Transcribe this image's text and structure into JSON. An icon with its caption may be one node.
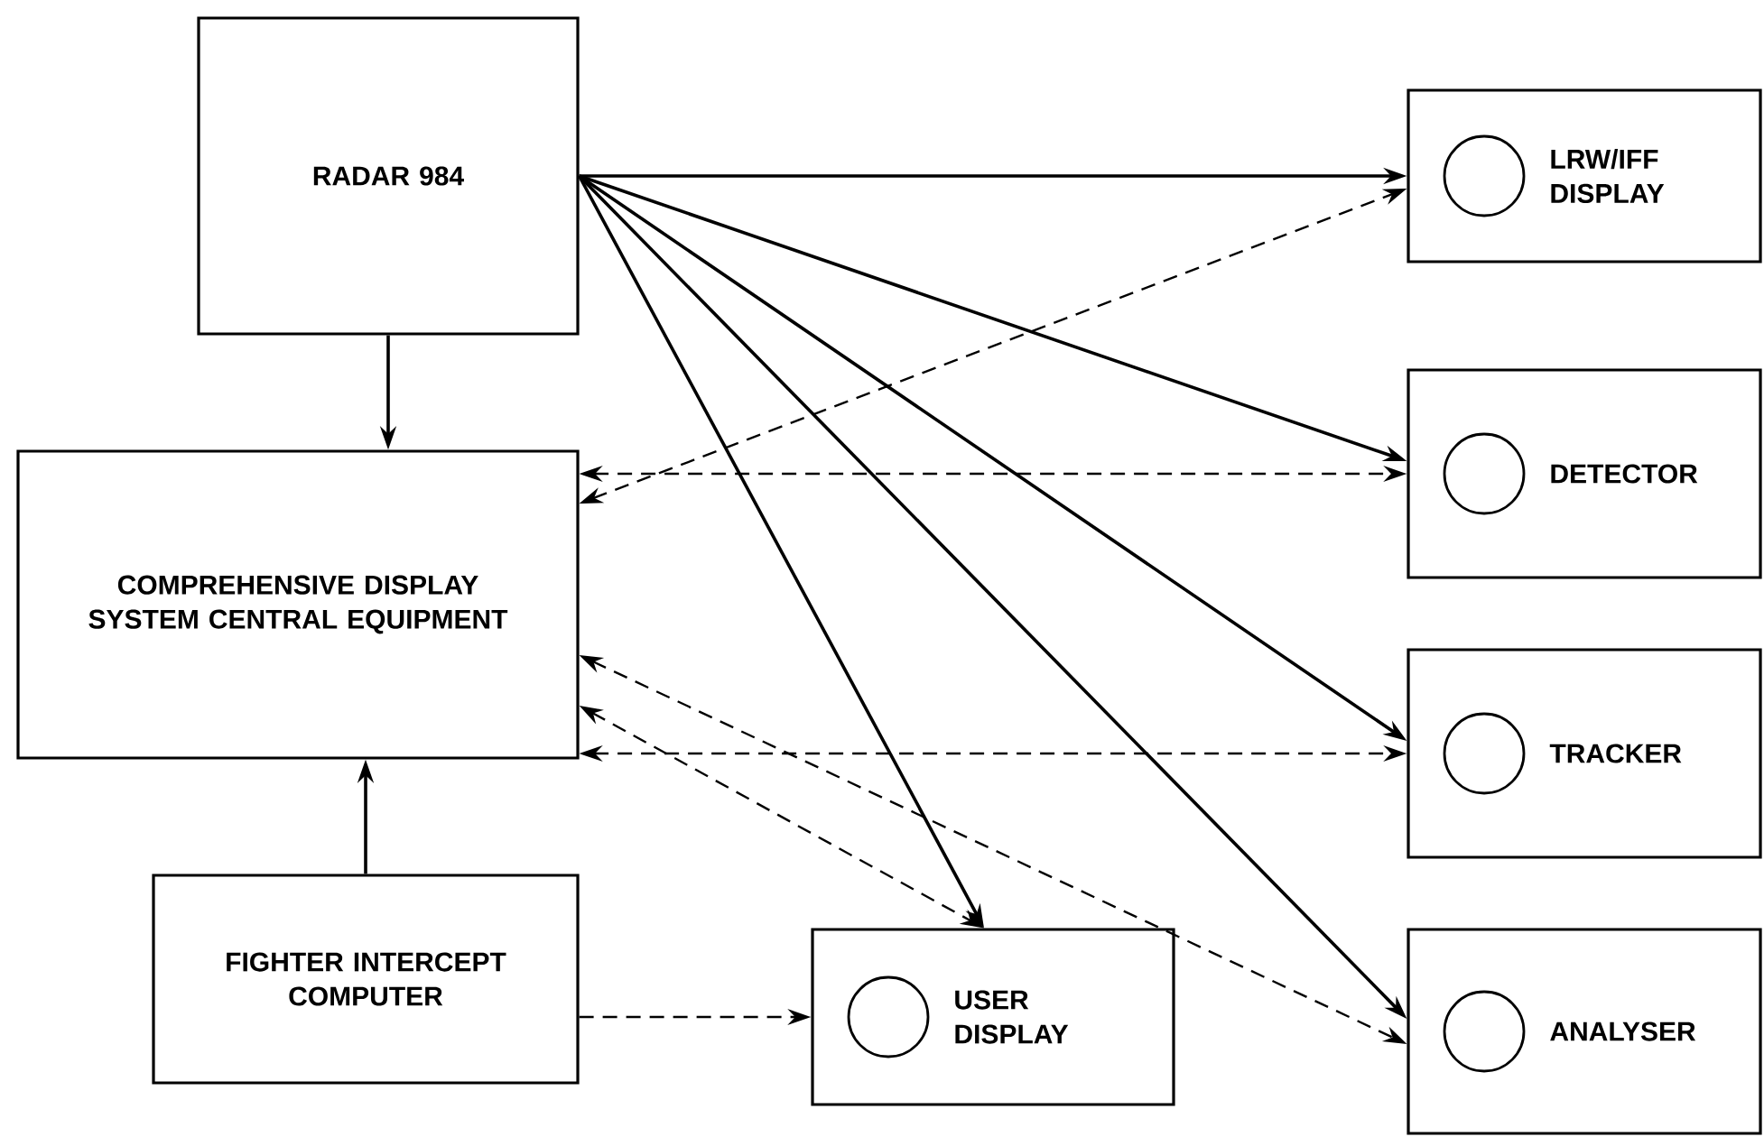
{
  "diagram": {
    "nodes": [
      {
        "text": [
          "RADAR 984"
        ]
      },
      {
        "text": [
          "COMPREHENSIVE DISPLAY SYSTEM CENTRAL EQUIPMENT"
        ]
      },
      {
        "text": [
          "FIGHTER INTERCEPT COMPUTER"
        ]
      },
      {
        "text": [
          "USER DISPLAY"
        ]
      },
      {
        "text": [
          "LRW/IFF DISPLAY"
        ]
      },
      {
        "text": [
          "DETECTOR"
        ]
      },
      {
        "text": [
          "TRACKER"
        ]
      },
      {
        "text": [
          "ANALYSER"
        ]
      }
    ],
    "edges": [
      {
        "from": 0,
        "to": 1,
        "arrow": "to"
      },
      {
        "from": 2,
        "to": 1,
        "arrow": "to"
      },
      {
        "from": 2,
        "to": 3,
        "arrow": "to",
        "style": "dashed"
      },
      {
        "from": 0,
        "to": 4,
        "arrow": "to"
      },
      {
        "from": 0,
        "to": 5,
        "arrow": "to"
      },
      {
        "from": 0,
        "to": 6,
        "arrow": "to"
      },
      {
        "from": 0,
        "to": 7,
        "arrow": "to"
      },
      {
        "from": 0,
        "to": 3,
        "arrow": "to"
      },
      {
        "from": 1,
        "to": 4,
        "arrow": "both",
        "style": "dashed"
      },
      {
        "from": 1,
        "to": 5,
        "arrow": "both",
        "style": "dashed"
      },
      {
        "from": 1,
        "to": 6,
        "arrow": "both",
        "style": "dashed"
      },
      {
        "from": 1,
        "to": 7,
        "arrow": "both",
        "style": "dashed"
      },
      {
        "from": 1,
        "to": 3,
        "arrow": "both",
        "style": "dashed"
      }
    ]
  }
}
